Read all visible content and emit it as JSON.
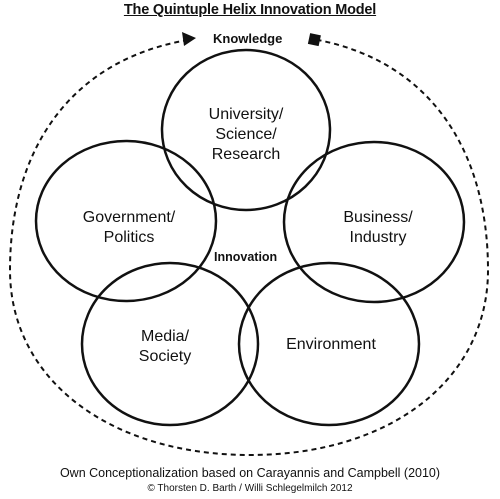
{
  "title": "The Quintuple Helix Innovation Model",
  "knowledge_label": "Knowledge",
  "innovation_label": "Innovation",
  "nodes": {
    "university": "University/\nScience/\nResearch",
    "government": "Government/\nPolitics",
    "business": "Business/\nIndustry",
    "media": "Media/\nSociety",
    "environment": "Environment"
  },
  "caption": "Own Conceptionalization based on Carayannis and Campbell (2010)",
  "copyright": "© Thorsten D. Barth / Willi Schlegelmilch 2012",
  "colors": {
    "stroke": "#111111",
    "background": "#ffffff"
  }
}
